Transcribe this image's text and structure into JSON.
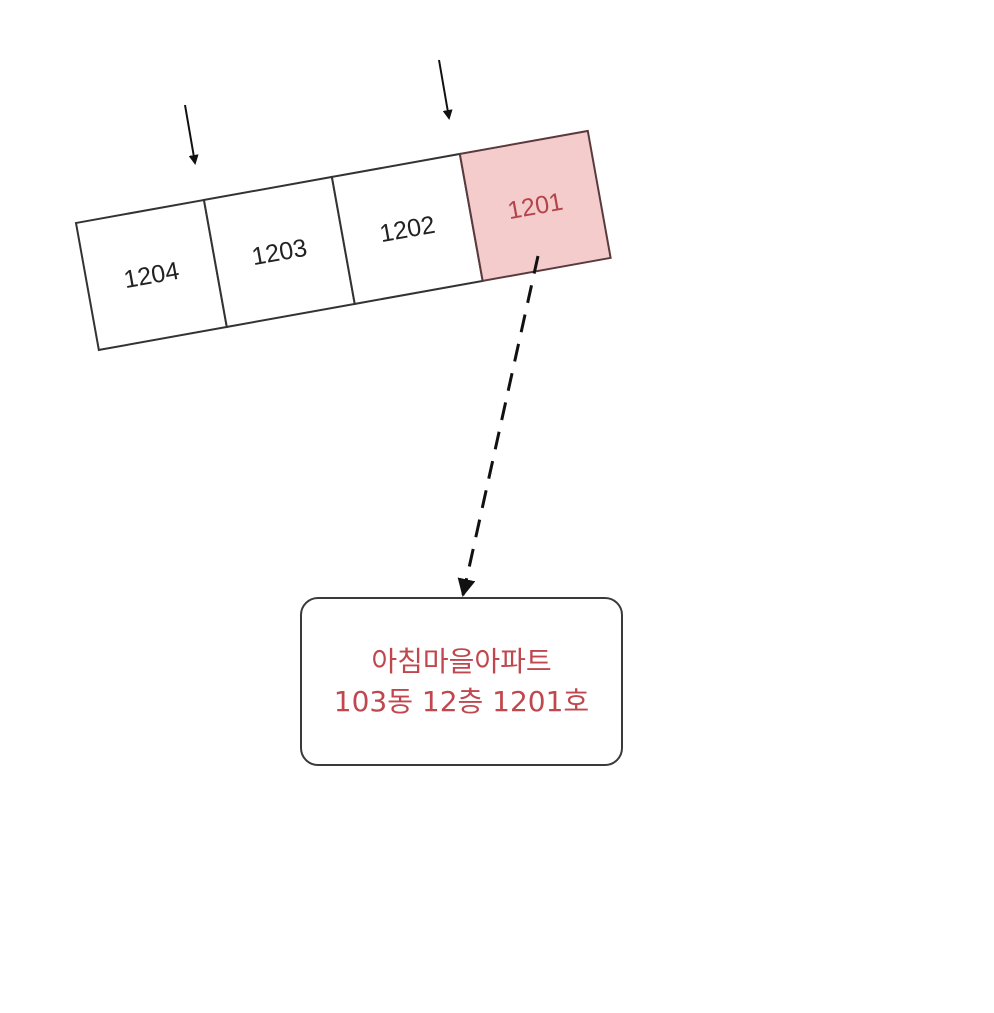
{
  "diagram": {
    "units": [
      {
        "label": "1204",
        "highlighted": false
      },
      {
        "label": "1203",
        "highlighted": false
      },
      {
        "label": "1202",
        "highlighted": false
      },
      {
        "label": "1201",
        "highlighted": true
      }
    ],
    "pointer_arrows": [
      {
        "name": "arrow-over-1204",
        "from": [
          185,
          105
        ],
        "to": [
          195,
          163
        ]
      },
      {
        "name": "arrow-over-1202",
        "from": [
          439,
          60
        ],
        "to": [
          449,
          118
        ]
      }
    ],
    "address_box": {
      "line1": "아침마을아파트",
      "line2": "103동 12층 1201호"
    },
    "colors": {
      "highlight_fill": "#F4CCCC",
      "highlight_text": "#B5434A",
      "address_text": "#C0474D",
      "stroke": "#333333"
    }
  }
}
